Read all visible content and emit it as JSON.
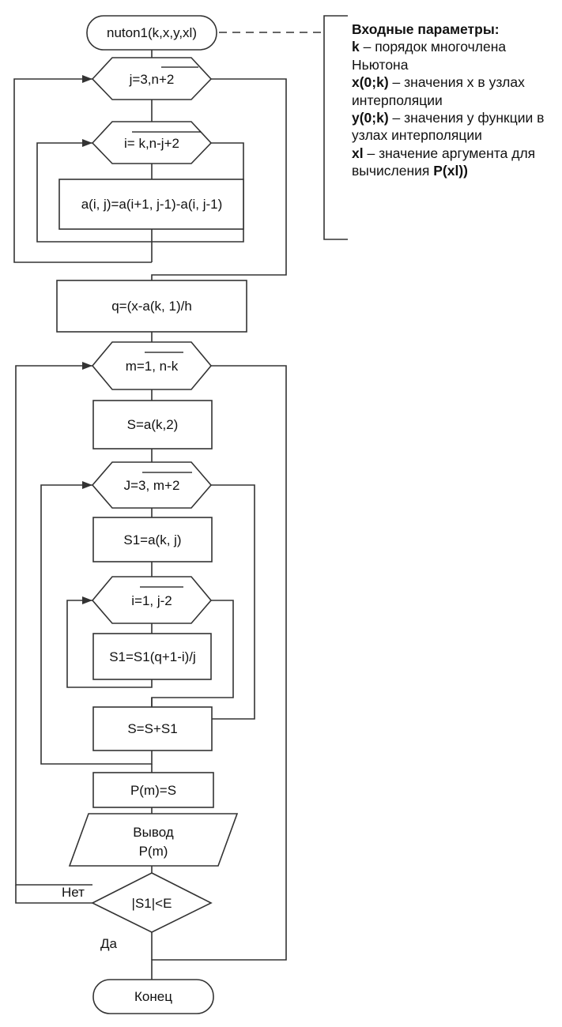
{
  "flowchart": {
    "start": "nuton1(k,x,y,xl)",
    "loop_j_outer": "j=3,n+2",
    "loop_i_inner": "i= k,n-j+2",
    "assign_a": "a(i, j)=a(i+1, j-1)-a(i, j-1)",
    "assign_q": "q=(x-a(k, 1)/h",
    "loop_m": "m=1, n-k",
    "assign_s": "S=a(k,2)",
    "loop_j_inner": "J=3, m+2",
    "assign_s1": "S1=a(k, j)",
    "loop_i_second": "i=1, j-2",
    "assign_s1_update": "S1=S1(q+1-i)/j",
    "assign_sum": "S=S+S1",
    "assign_p": "P(m)=S",
    "output_line1": "Вывод",
    "output_line2": "P(m)",
    "decision": "|S1|<E",
    "branch_no": "Нет",
    "branch_yes": "Да",
    "end": "Конец"
  },
  "input_params": {
    "heading": "Входные параметры:",
    "items": [
      {
        "term": "k",
        "text": " – порядок многочлена Ньютона"
      },
      {
        "term": "x(0;k)",
        "text": " – значения x в узлах интерполяции"
      },
      {
        "term": " y(0;k)",
        "text": " – значения y функции в узлах интерполяции"
      },
      {
        "term": "xl",
        "text": " – значение аргумента для вычисления "
      },
      {
        "term": "P(xl))",
        "text": ""
      }
    ]
  }
}
